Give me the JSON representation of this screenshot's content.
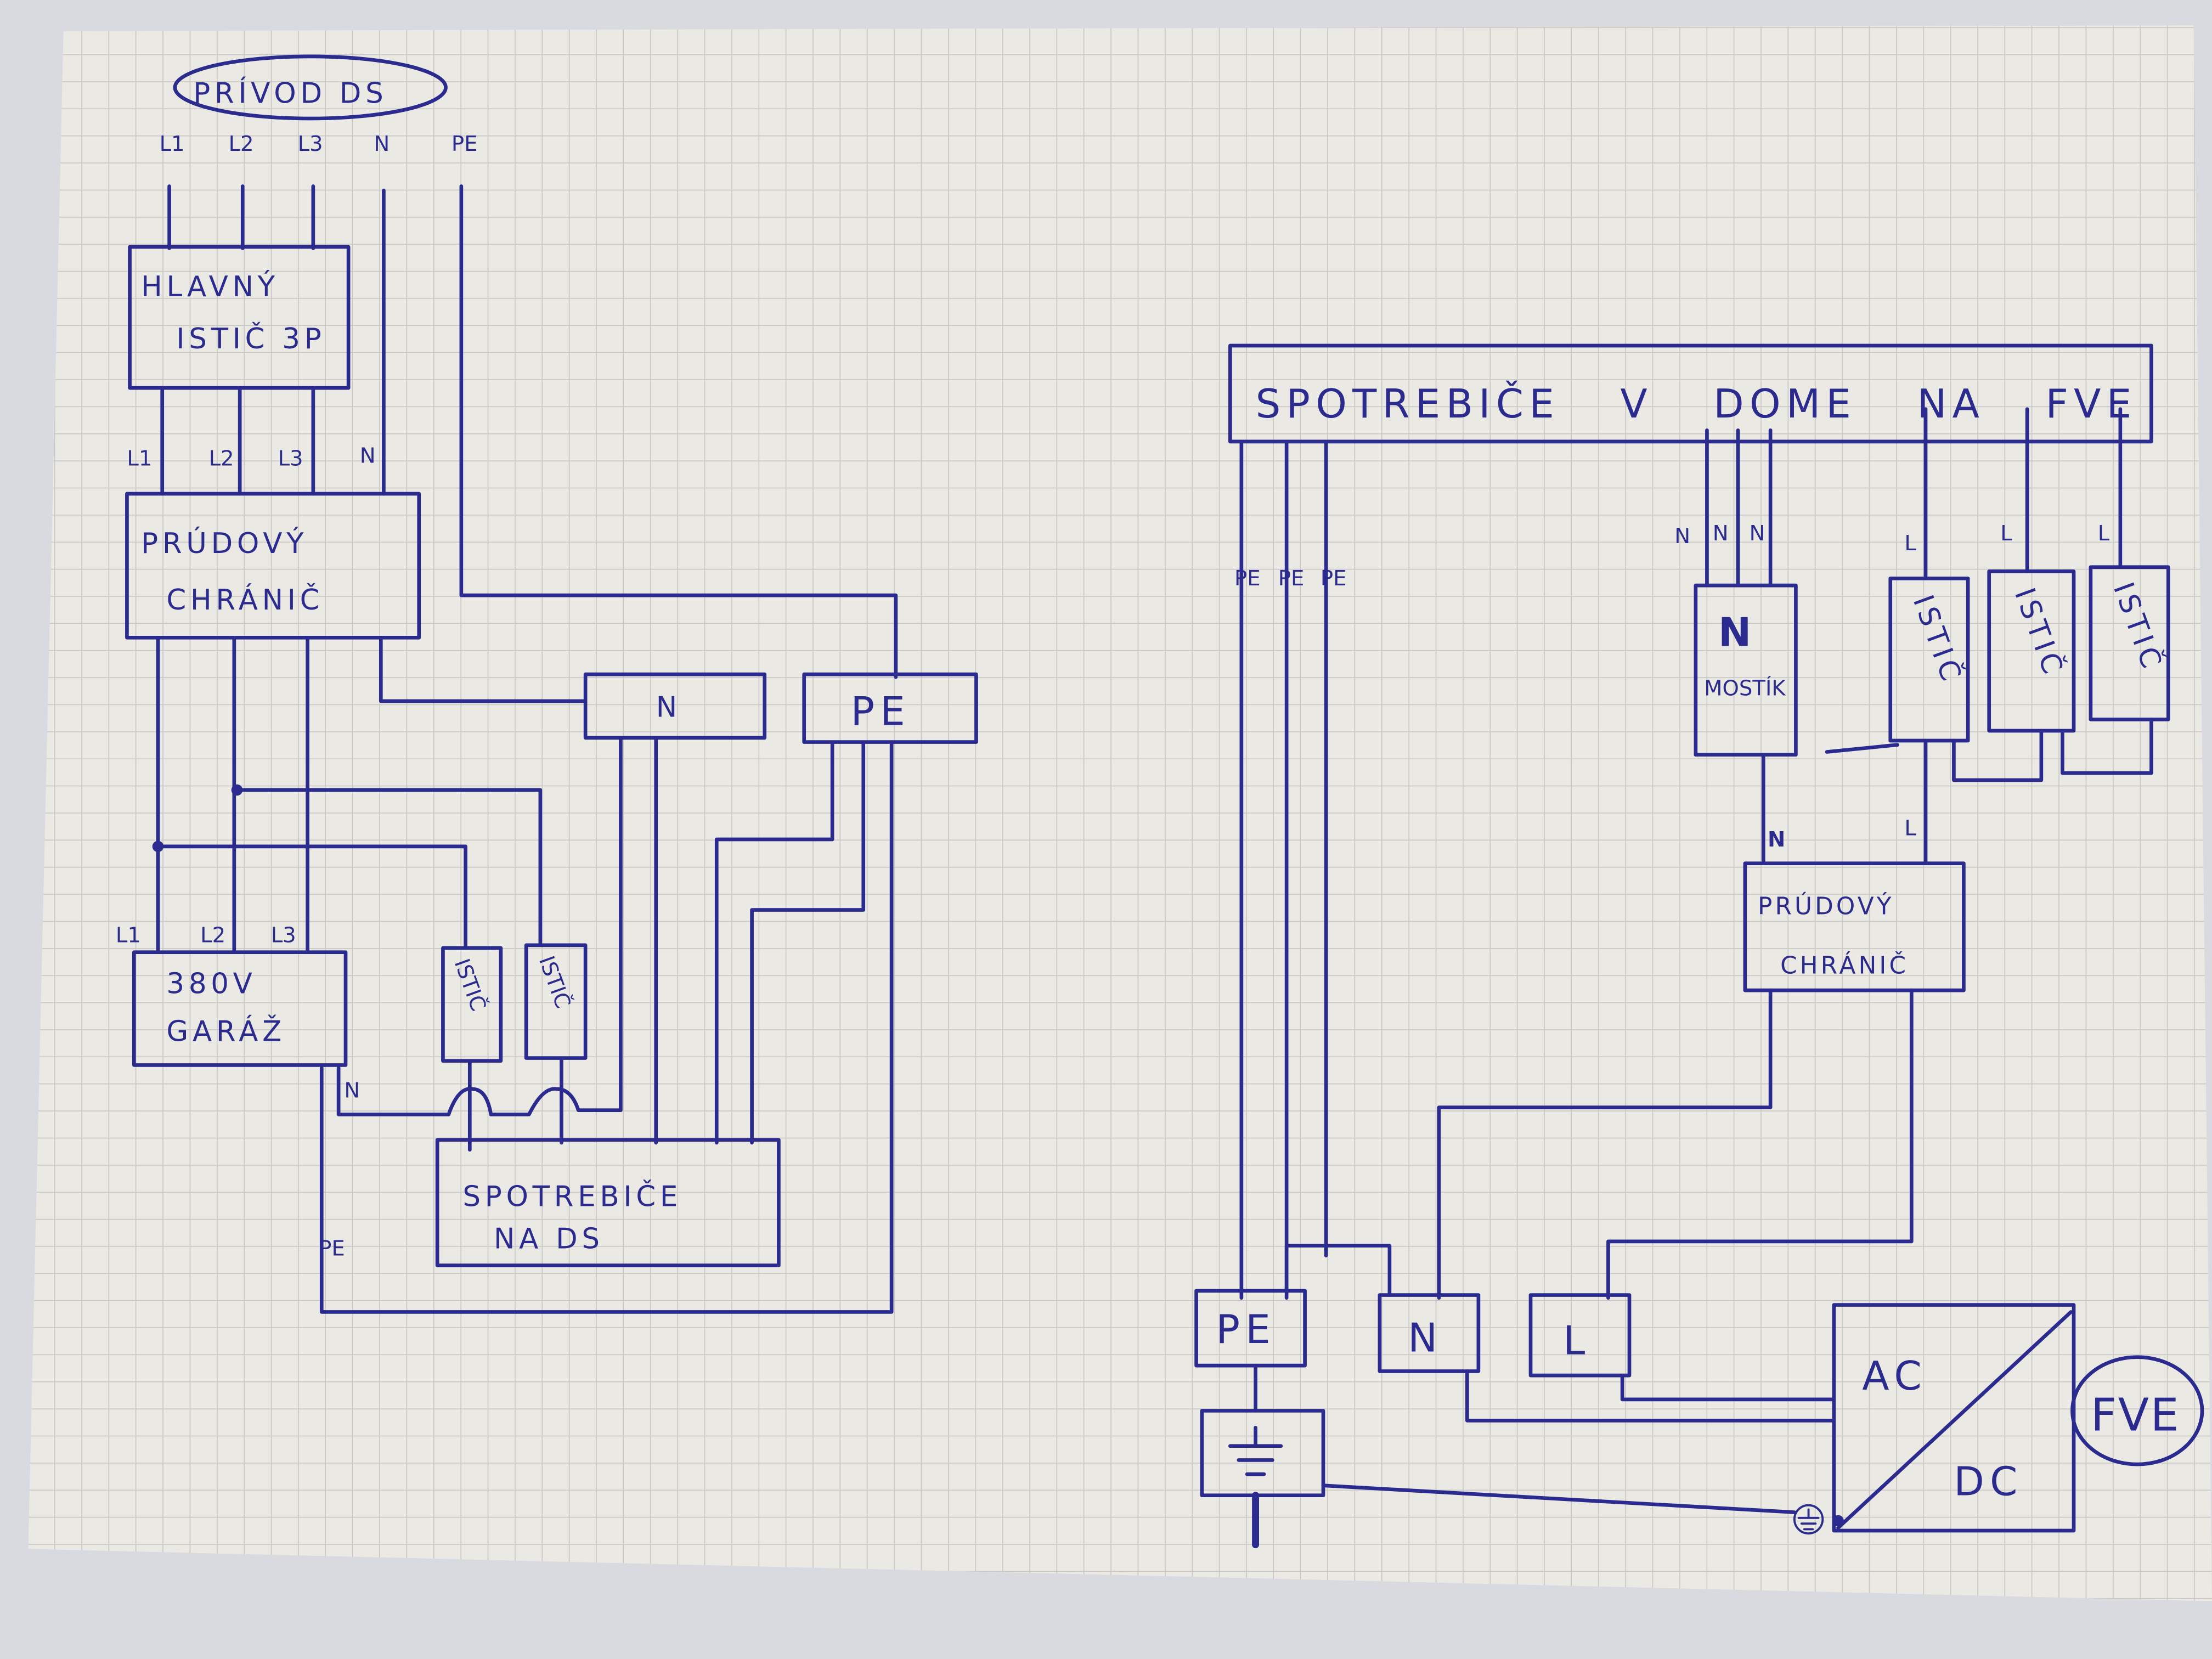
{
  "colors": {
    "ink": "#2b2b8f",
    "paper": "#ebe9e4",
    "grid": "#c9c7c3",
    "background": "#d9dadf"
  },
  "left_diagram": {
    "supply_label": "PRÍVOD DS",
    "supply_terminals": [
      "L1",
      "L2",
      "L3",
      "N",
      "PE"
    ],
    "main_breaker": {
      "line1": "HLAVNÝ",
      "line2": "ISTIČ 3P"
    },
    "breaker_out_labels": [
      "L1",
      "L2",
      "L3",
      "N"
    ],
    "rcd": {
      "line1": "PRÚDOVÝ",
      "line2": "CHRÁNIČ"
    },
    "n_bus": "N",
    "pe_bus": "PE",
    "garage_labels": [
      "L1",
      "L2",
      "L3"
    ],
    "garage": {
      "line1": "380V",
      "line2": "GARÁŽ"
    },
    "breakers": [
      "ISTIČ",
      "ISTIČ"
    ],
    "n_wire_label": "N",
    "pe_wire_label": "PE",
    "loads": {
      "line1": "SPOTREBIČE",
      "line2": "NA DS"
    }
  },
  "right_diagram": {
    "loads_title": "SPOTREBIČE V DOME NA FVE",
    "pe_labels": [
      "PE",
      "PE",
      "PE"
    ],
    "n_labels": [
      "N",
      "N",
      "N"
    ],
    "l_labels": [
      "L",
      "L",
      "L"
    ],
    "n_bridge": {
      "line1": "N",
      "line2": "MOSTÍK"
    },
    "breakers": [
      "ISTIČ",
      "ISTIČ",
      "ISTIČ"
    ],
    "n_wire_label": "N",
    "l_wire_label": "L",
    "rcd": {
      "line1": "PRÚDOVÝ",
      "line2": "CHRÁNIČ"
    },
    "terminals": [
      "PE",
      "N",
      "L"
    ],
    "inverter": {
      "ac": "AC",
      "dc": "DC"
    },
    "pv_label": "FVE"
  }
}
